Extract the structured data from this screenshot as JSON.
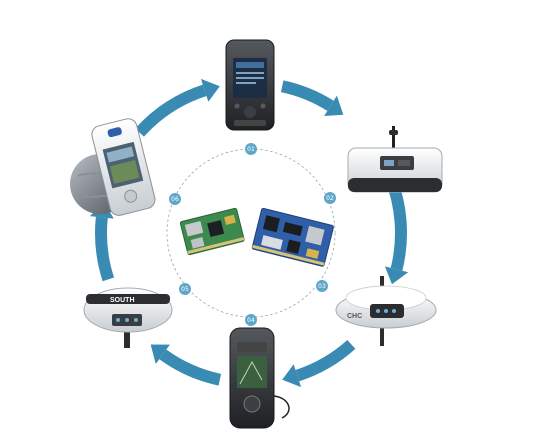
{
  "colors": {
    "ring": "#3a8bb4",
    "badge": "#5fa7c9",
    "dashed_ring": "#9aa4ab",
    "device_dark": "#2b2d30",
    "device_light": "#eef0f2",
    "board_green": "#3c8a4e",
    "board_blue": "#2f5fa8"
  },
  "badges": [
    "01",
    "02",
    "03",
    "04",
    "05",
    "06"
  ],
  "devices": {
    "top": {
      "name": "handheld-data-collector"
    },
    "top_right": {
      "name": "gnss-receiver-with-antenna"
    },
    "right": {
      "name": "dome-gnss-receiver-on-pole"
    },
    "bottom": {
      "name": "handheld-gps-unit"
    },
    "left_bottom": {
      "name": "south-gnss-receiver",
      "brand_text": "SOUTH"
    },
    "left_top": {
      "name": "handheld-gis-receiver-on-globe"
    }
  },
  "center": {
    "name": "gnss-oem-boards"
  }
}
